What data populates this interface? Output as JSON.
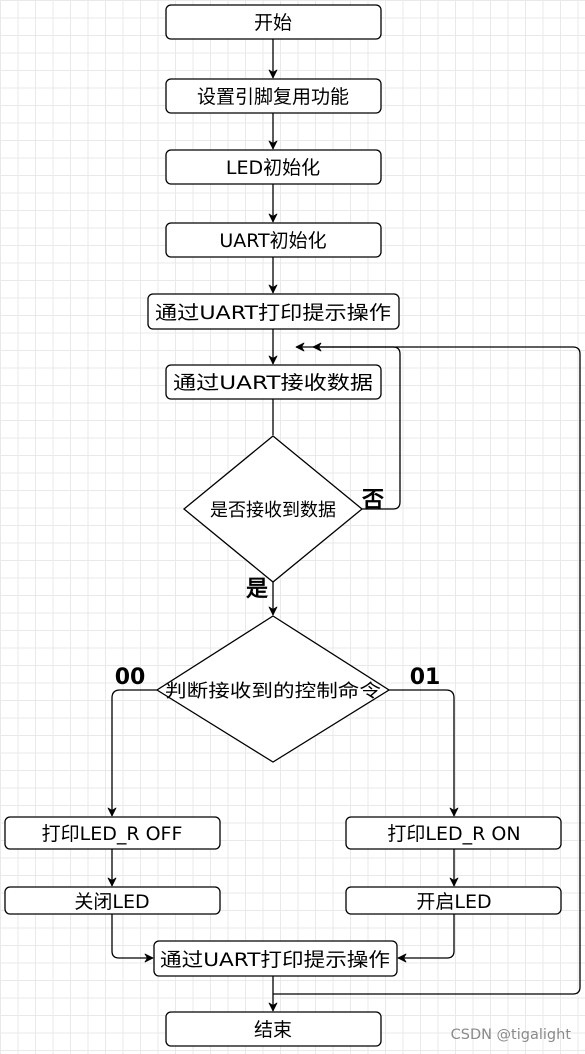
{
  "flowchart": {
    "start": "开始",
    "set_pinmux": "设置引脚复用功能",
    "led_init": "LED初始化",
    "uart_init": "UART初始化",
    "print_prompt_1": "通过UART打印提示操作",
    "uart_receive": "通过UART接收数据",
    "received_decision": "是否接收到数据",
    "label_no": "否",
    "label_yes": "是",
    "command_decision": "判断接收到的控制命令",
    "label_00": "00",
    "label_01": "01",
    "print_led_off": "打印LED_R OFF",
    "print_led_on": "打印LED_R ON",
    "led_off": "关闭LED",
    "led_on": "开启LED",
    "print_prompt_2": "通过UART打印提示操作",
    "end": "结束"
  },
  "watermark": "CSDN @tigalight"
}
